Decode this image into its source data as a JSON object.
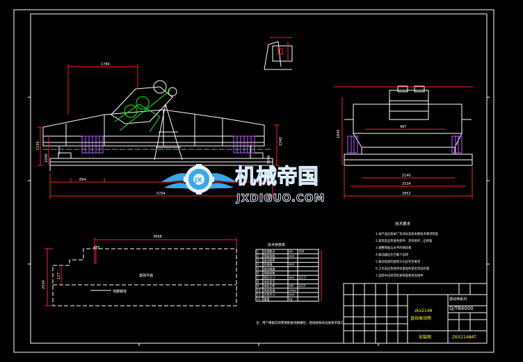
{
  "colors": {
    "background": "#000000",
    "frame": "#ffffff",
    "machine": "#ffffff",
    "dimension": "#ff2020",
    "center_line": "#00ff00",
    "motor": "#c060ff",
    "notes": "#ffffff",
    "table": "#ffffff",
    "title_yellow": "#ffff00",
    "watermark_blue": "#3aa7e8",
    "watermark_light": "#dfefff"
  },
  "icons": {
    "logo": "gear-wings-logo-icon"
  },
  "watermark": {
    "cn_name": "机械帝国",
    "url": "JXDIGUO.COM"
  },
  "dimensions": {
    "front_top_span": "1789",
    "front_bottom_span": "5704",
    "front_left_small": "894",
    "front_height_left": "1150",
    "front_height_right": "2340",
    "front_vertical_a": "1040",
    "front_vertical_b": "1596",
    "side_width_inner": "487",
    "side_width_1": "2140",
    "side_width_2": "2534",
    "side_width_3": "2852",
    "side_height": "1845",
    "plan_length": "3668",
    "plan_small": "485",
    "plan_height": "2534",
    "plan_small_v": "127"
  },
  "plan_labels": {
    "foundation": "基础平面",
    "anchor": "地脚螺栓"
  },
  "tech_requirements": {
    "title": "技术要求",
    "items": [
      "1.本产品应按本厂有关标准及本图技术要求制造",
      "2.安装前应检查各部件，若有损坏，应修复",
      "3.调整筛面与水平的倾斜角",
      "4.振动器应在空载下运转",
      "5.振动电机的旋转方向应符合要求",
      "6.工作前应检查所有紧固件是否牢固可靠",
      "7.运转中应经常检查筛面和各连接件"
    ]
  },
  "param_table": {
    "title": "技术参数表",
    "rows": [
      [
        "1",
        "处理能力",
        "t/h",
        "100"
      ],
      [
        "2",
        "筛面规格",
        "mm",
        ""
      ],
      [
        "3",
        "振动频率",
        "",
        ""
      ],
      [
        "4",
        "双振幅",
        "mm",
        ""
      ],
      [
        "5",
        "振动强度",
        "",
        ""
      ],
      [
        "6",
        "筛面倾角",
        "°",
        ""
      ],
      [
        "7",
        "筛孔尺寸",
        "mm",
        "1/2.5"
      ],
      [
        "8",
        "电机型号",
        "",
        ""
      ],
      [
        "9",
        "电机功率",
        "kW",
        "2x15"
      ],
      [
        "10",
        "电机转速",
        "r/min",
        ""
      ],
      [
        "11",
        "外形尺寸",
        "mm",
        ""
      ],
      [
        "12",
        "重量",
        "kg",
        ""
      ]
    ],
    "footnote": "注：用户根据实际需要配备地脚螺栓，基础按振动设备要求施工"
  },
  "title_block": {
    "model": "zkx2148",
    "name": "直线振动筛",
    "standard": "Q/TB6000",
    "drawing_type": "安装图",
    "drawing_no": "ZKX2148AT",
    "company": "振动筛系列"
  }
}
